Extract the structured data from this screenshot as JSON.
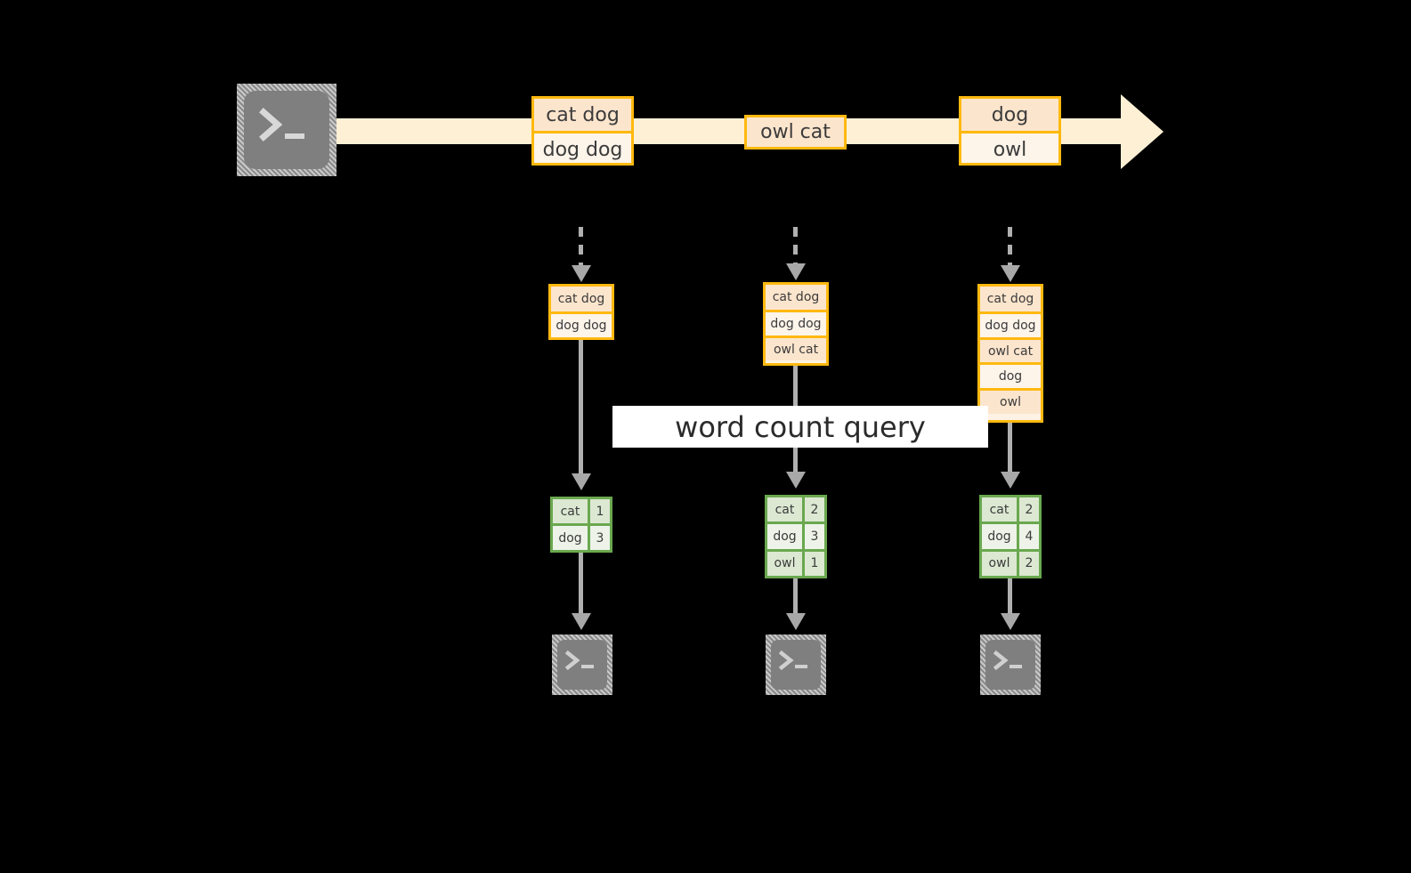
{
  "colors": {
    "background": "#000000",
    "stream_band": "#fdf0d5",
    "event_border": "#ffb90f",
    "event_fill_dark": "#fce5cd",
    "event_fill_light": "#fdf4ea",
    "result_border": "#6aa84f",
    "result_fill_dark": "#dce8d2",
    "result_fill_light": "#edf3e8",
    "connector": "#b0b0b0",
    "terminal_body": "#7f7f7f",
    "banner_fill": "#ffffff",
    "text": "#3b3b3b"
  },
  "stream": {
    "source_icon": "terminal-icon",
    "events": [
      {
        "lines": [
          "cat dog",
          "dog dog"
        ]
      },
      {
        "lines": [
          "owl cat"
        ]
      },
      {
        "lines": [
          "dog",
          "owl"
        ]
      }
    ]
  },
  "query": {
    "label": "word count query"
  },
  "columns": [
    {
      "accumulated": [
        "cat dog",
        "dog dog"
      ],
      "results": [
        {
          "word": "cat",
          "count": "1"
        },
        {
          "word": "dog",
          "count": "3"
        }
      ],
      "sink_icon": "terminal-icon"
    },
    {
      "accumulated": [
        "cat dog",
        "dog dog",
        "owl cat"
      ],
      "results": [
        {
          "word": "cat",
          "count": "2"
        },
        {
          "word": "dog",
          "count": "3"
        },
        {
          "word": "owl",
          "count": "1"
        }
      ],
      "sink_icon": "terminal-icon"
    },
    {
      "accumulated": [
        "cat dog",
        "dog dog",
        "owl cat",
        "dog",
        "owl"
      ],
      "results": [
        {
          "word": "cat",
          "count": "2"
        },
        {
          "word": "dog",
          "count": "4"
        },
        {
          "word": "owl",
          "count": "2"
        }
      ],
      "sink_icon": "terminal-icon"
    }
  ]
}
